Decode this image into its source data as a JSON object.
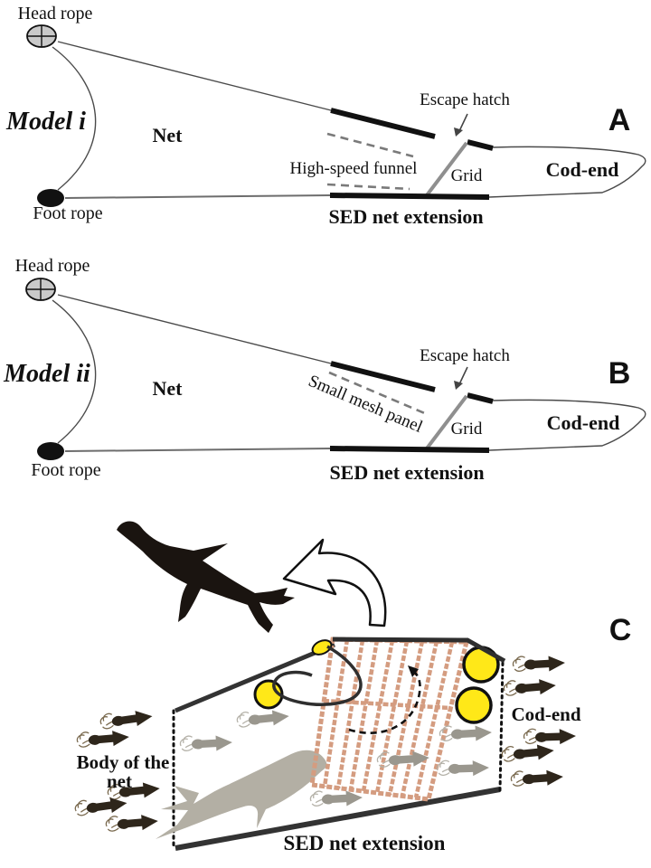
{
  "panel_a": {
    "letter": "A",
    "model_label": "Model i",
    "head_rope_label": "Head rope",
    "foot_rope_label": "Foot rope",
    "net_label": "Net",
    "funnel_label": "High-speed funnel",
    "escape_hatch_label": "Escape hatch",
    "grid_label": "Grid",
    "cod_end_label": "Cod-end",
    "sed_label": "SED net extension"
  },
  "panel_b": {
    "letter": "B",
    "model_label": "Model ii",
    "head_rope_label": "Head rope",
    "foot_rope_label": "Foot rope",
    "net_label": "Net",
    "mesh_panel_label": "Small mesh panel",
    "escape_hatch_label": "Escape hatch",
    "grid_label": "Grid",
    "cod_end_label": "Cod-end",
    "sed_label": "SED net extension"
  },
  "panel_c": {
    "letter": "C",
    "body_of_net_line1": "Body of the",
    "body_of_net_line2": "net",
    "cod_end_label": "Cod-end",
    "sed_label": "SED net extension"
  },
  "colors": {
    "grid_lattice_tan": "#d49c80",
    "float_yellow": "#ffe818",
    "seal_gray": "#b3afa4",
    "squid_gray": "#9a978e",
    "squid_dark": "#2e261b",
    "silhouette_black": "#1a1410",
    "net_line_dark": "#333333",
    "grid_side_gray": "#8f8f8f"
  }
}
